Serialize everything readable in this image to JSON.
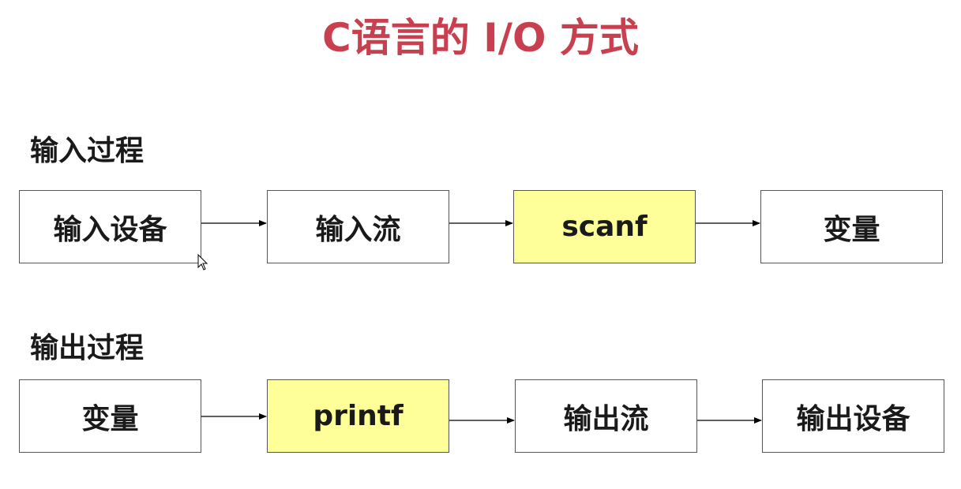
{
  "title": "C语言的 I/O 方式",
  "input_process": {
    "label": "输入过程",
    "steps": [
      {
        "label": "输入设备",
        "highlighted": false
      },
      {
        "label": "输入流",
        "highlighted": false
      },
      {
        "label": "scanf",
        "highlighted": true
      },
      {
        "label": "变量",
        "highlighted": false
      }
    ]
  },
  "output_process": {
    "label": "输出过程",
    "steps": [
      {
        "label": "变量",
        "highlighted": false
      },
      {
        "label": "printf",
        "highlighted": true
      },
      {
        "label": "输出流",
        "highlighted": false
      },
      {
        "label": "输出设备",
        "highlighted": false
      }
    ]
  },
  "colors": {
    "title": "#c8404f",
    "highlight_fill": "#ffff99",
    "box_border": "#555555",
    "text": "#1a1a1a"
  },
  "icons": {
    "cursor": "mouse-pointer-icon"
  }
}
